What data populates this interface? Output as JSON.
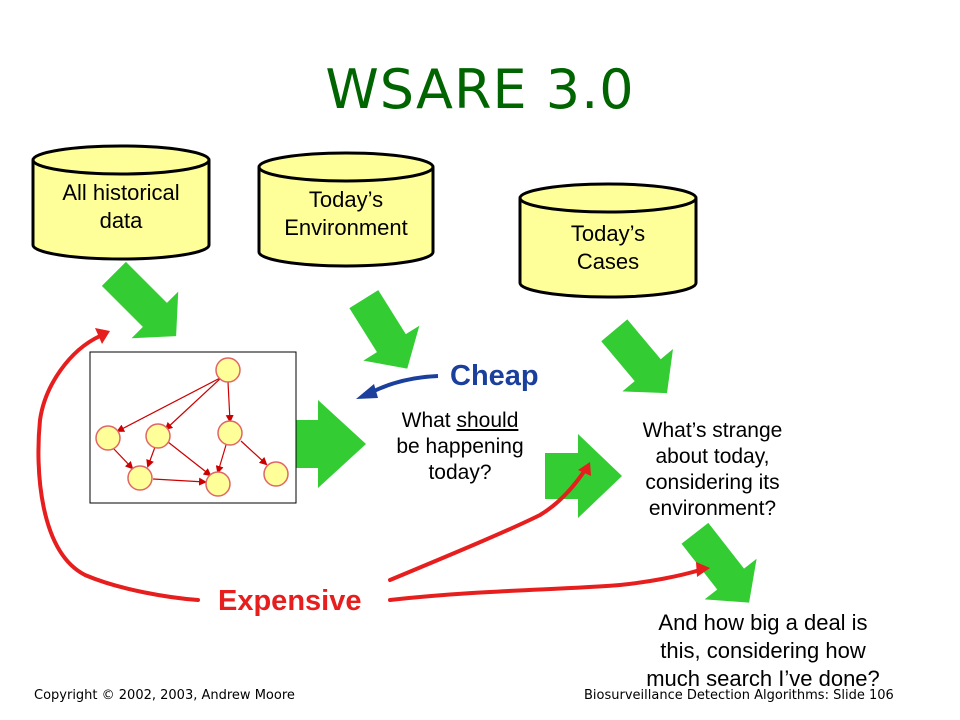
{
  "title": "WSARE 3.0",
  "databases": [
    {
      "line1": "All historical",
      "line2": "data"
    },
    {
      "line1": "Today’s",
      "line2": "Environment"
    },
    {
      "line1": "Today’s",
      "line2": "Cases"
    }
  ],
  "should": {
    "pre": "What ",
    "em": "should",
    "line2": "be happening",
    "line3": "today?"
  },
  "strange": {
    "line1": "What’s strange",
    "line2": "about today,",
    "line3": "considering its",
    "line4": "environment?"
  },
  "deal": {
    "line1": "And how big a deal is",
    "line2": "this, considering how",
    "line3": "much search I’ve done?"
  },
  "cheap_label": "Cheap",
  "expensive_label": "Expensive",
  "footer": {
    "left": "Copyright © 2002, 2003, Andrew  Moore",
    "right": "Biosurveillance Detection Algorithms: Slide 106"
  },
  "colors": {
    "title": "#006400",
    "cylinder_fill": "#ffff99",
    "arrow_green": "#33cc33",
    "cheap": "#1a3f9c",
    "expensive": "#e61e1e",
    "node_fill": "#ffff99",
    "node_stroke": "#e06666",
    "edge": "#cc0000"
  }
}
